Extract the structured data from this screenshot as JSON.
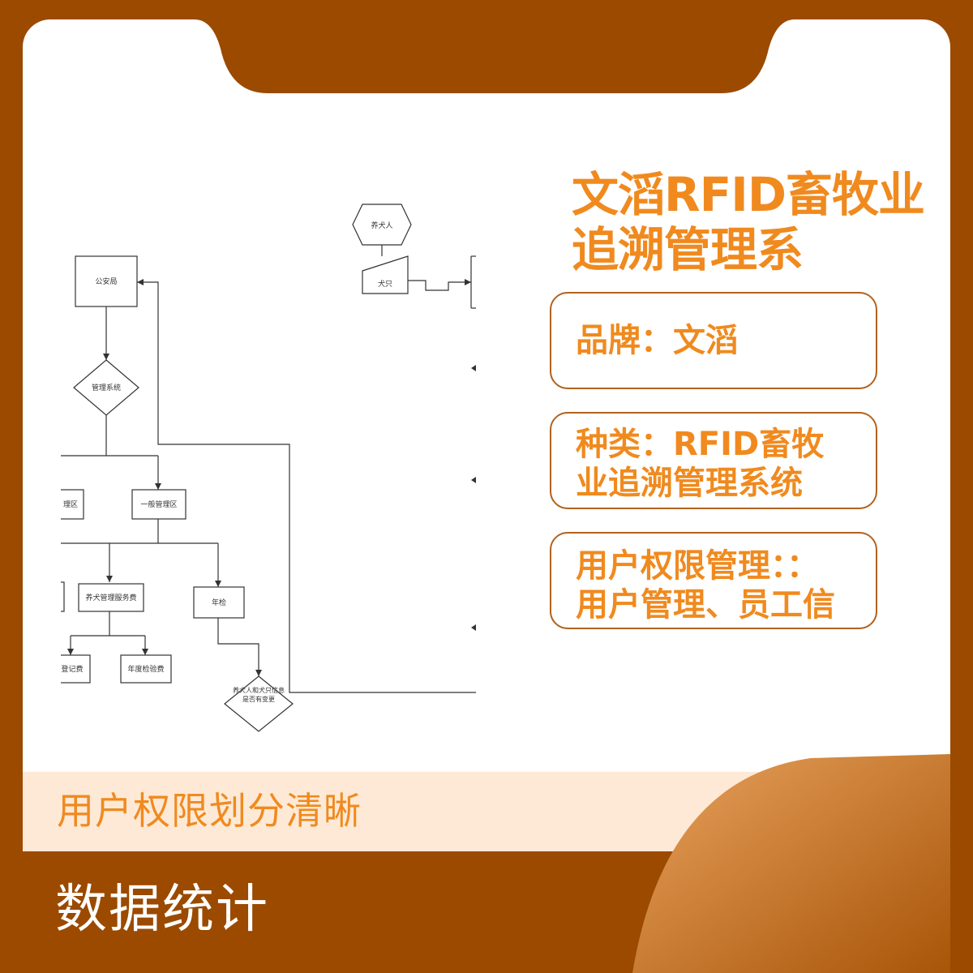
{
  "title": "文滔RFID畜牧业追溯管理系",
  "cards": [
    {
      "text": "品牌：文滔"
    },
    {
      "text": "种类：RFID畜牧\n业追溯管理系统"
    },
    {
      "text": "用户权限管理：：\n用户管理、员工信"
    }
  ],
  "band_light": {
    "text": "用户权限划分清晰"
  },
  "band_dark": {
    "text": "数据统计"
  },
  "flowchart": {
    "nodes": {
      "owner": "养犬人",
      "dog": "犬只",
      "police": "公安局",
      "system": "管理系统",
      "zone_partial": "理区",
      "general_zone": "一般管理区",
      "service_fee": "养犬管理服务费",
      "annual_check": "年检",
      "reg_fee": "登记费",
      "check_fee": "年度检验费",
      "decision": "养犬人和犬只信息是否有变更"
    }
  },
  "colors": {
    "frame": "#9b4a00",
    "accent": "#f08a1e",
    "card_border": "#b0621f",
    "band_light": "#fde9d6"
  }
}
